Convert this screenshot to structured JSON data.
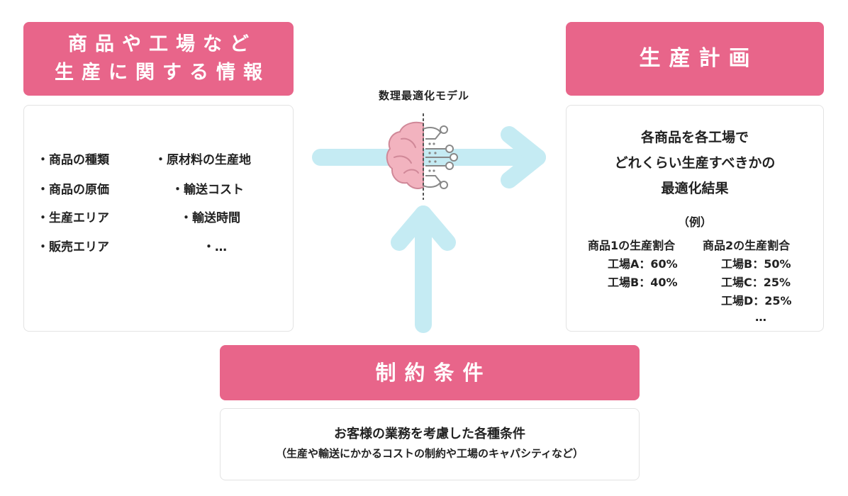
{
  "left_header": {
    "line1": "商品や工場など",
    "line2": "生産に関する情報"
  },
  "left_items_col1": [
    "・商品の種類",
    "・商品の原価",
    "・生産エリア",
    "・販売エリア"
  ],
  "left_items_col2": [
    "・原材料の生産地",
    "・輸送コスト",
    "・輸送時間",
    "・…"
  ],
  "model_label": "数理最適化モデル",
  "right_header": "生産計画",
  "plan": {
    "line1": "各商品を各工場で",
    "line2": "どれくらい生産すべきかの",
    "line3": "最適化結果",
    "example": "（例）",
    "product1": {
      "title": "商品1の生産割合",
      "rows": [
        "工場A：60%",
        "工場B：40%"
      ]
    },
    "product2": {
      "title": "商品2の生産割合",
      "rows": [
        "工場B：50%",
        "工場C：25%",
        "工場D：25%",
        "…"
      ]
    }
  },
  "bottom_header": "制約条件",
  "constraints": {
    "line1": "お客様の業務を考慮した各種条件",
    "line2": "（生産や輸送にかかるコストの制約や工場のキャパシティなど）"
  },
  "colors": {
    "header_bg": "#e8658a",
    "arrow": "#c5ebf3",
    "brain": "#f2b3bf",
    "circuit": "#888888"
  },
  "icons": {
    "model": "brain-circuit-icon"
  }
}
